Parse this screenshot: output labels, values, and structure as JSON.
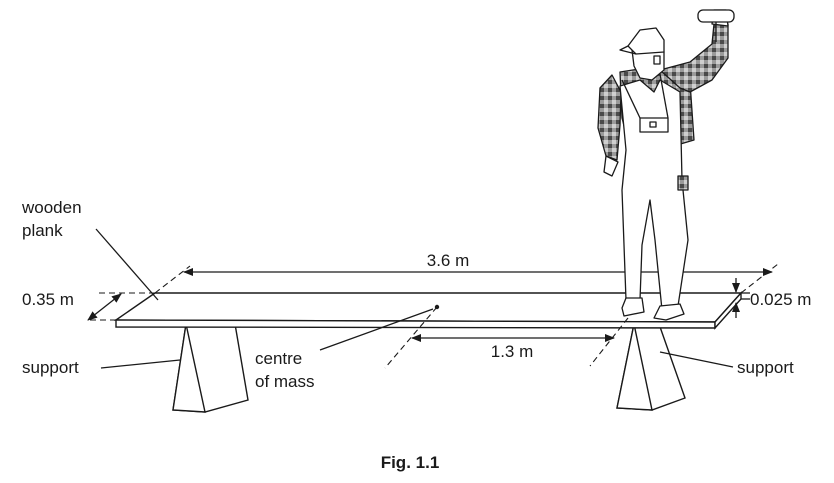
{
  "figure": {
    "caption": "Fig. 1.1",
    "labels": {
      "plank": "wooden plank",
      "plank_line1": "wooden",
      "plank_line2": "plank",
      "width": "0.35 m",
      "length": "3.6 m",
      "thickness": "0.025 m",
      "distance": "1.3 m",
      "com_line1": "centre",
      "com_line2": "of mass",
      "support_left": "support",
      "support_right": "support"
    }
  }
}
